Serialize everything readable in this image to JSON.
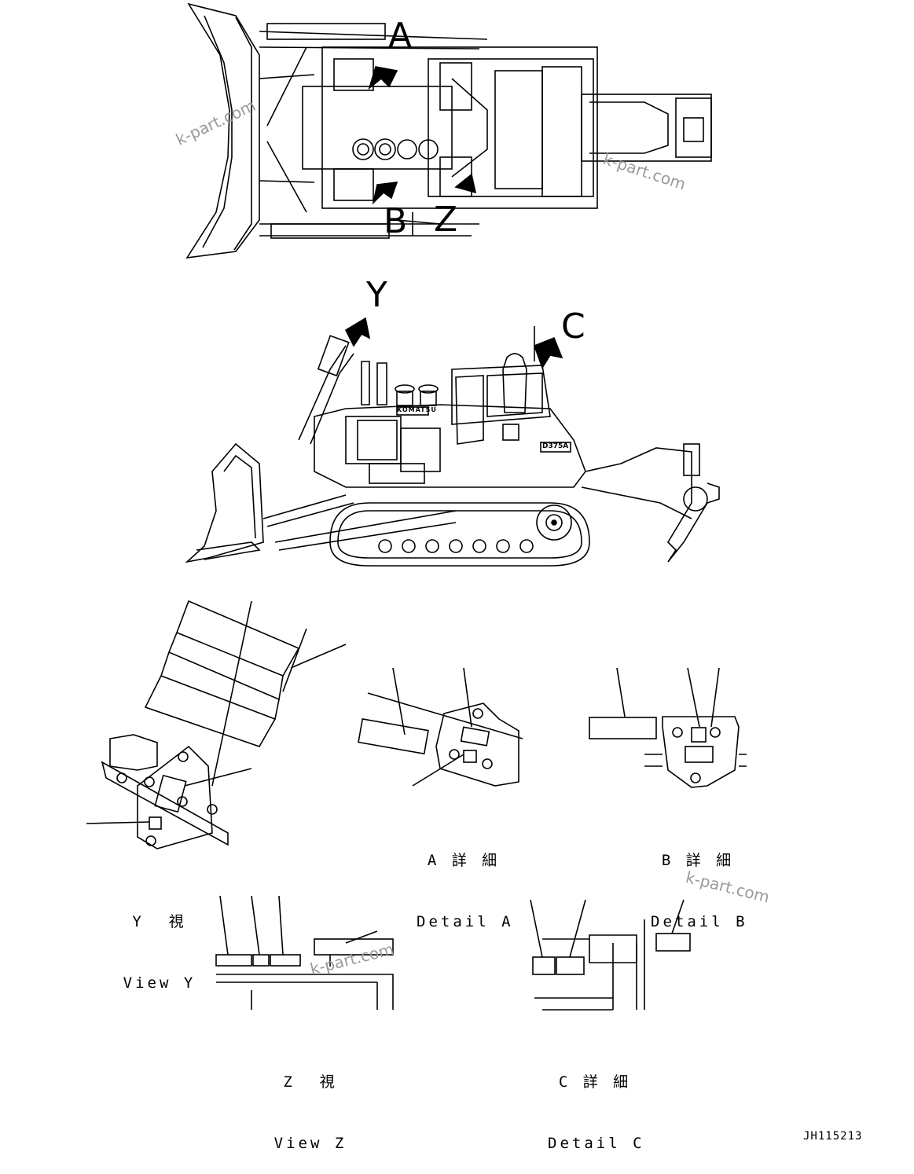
{
  "callouts": {
    "a": "A",
    "b": "B",
    "z": "Z",
    "y": "Y",
    "c": "C"
  },
  "captions": {
    "detail_a_jp": "A 詳 細",
    "detail_a_en": "Detail A",
    "detail_b_jp": "B 詳 細",
    "detail_b_en": "Detail B",
    "view_y_jp": "Y  視",
    "view_y_en": "View Y",
    "view_z_jp": "Z  視",
    "view_z_en": "View Z",
    "detail_c_jp": "C 詳 細",
    "detail_c_en": "Detail C"
  },
  "machine_text": {
    "brand": "KOMATSU",
    "model": "D375A"
  },
  "watermark": "k-part.com",
  "drawing_code": "JH115213"
}
